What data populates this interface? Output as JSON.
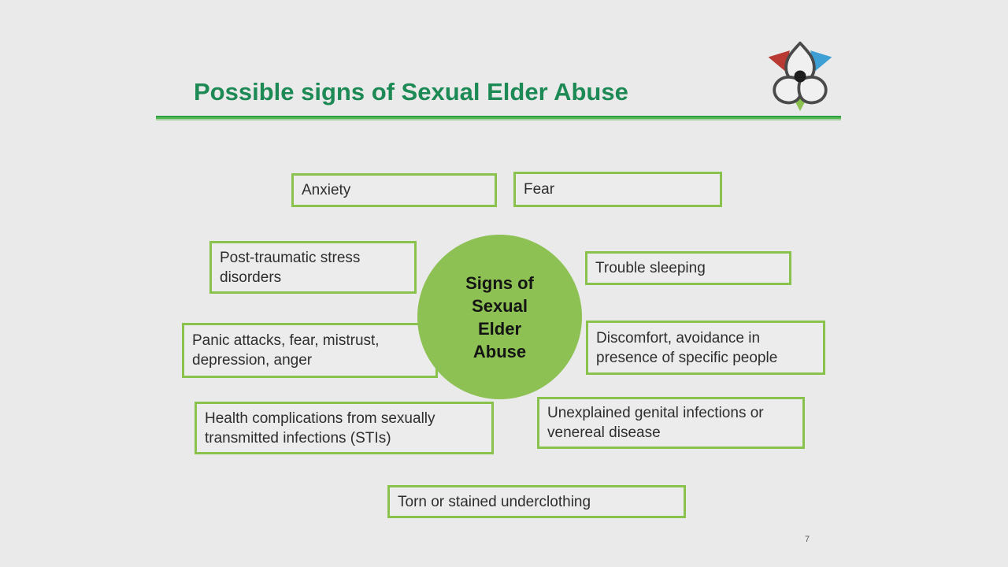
{
  "slide": {
    "title": "Possible signs of Sexual Elder Abuse",
    "page_number": "7",
    "center_circle": {
      "line1": "Signs of",
      "line2": "Sexual",
      "line3": "Elder",
      "line4": "Abuse"
    },
    "boxes": {
      "anxiety": "Anxiety",
      "fear": "Fear",
      "ptsd": "Post-traumatic stress disorders",
      "trouble_sleeping": "Trouble sleeping",
      "panic": "Panic attacks, fear, mistrust, depression, anger",
      "discomfort": "Discomfort, avoidance in presence of specific people",
      "health": "Health complications from sexually transmitted infections (STIs)",
      "unexplained": "Unexplained genital infections or venereal disease",
      "torn": "Torn or stained underclothing"
    },
    "logo": {
      "name": "trillium-flower-logo",
      "petal_outline": "#4a4a4a",
      "left_triangle": "#b93a32",
      "right_triangle": "#3e9fd4",
      "bottom_triangle": "#8cc152"
    },
    "colors": {
      "background": "#eaeaea",
      "title_green": "#1d8a56",
      "accent_green": "#8ac24e",
      "circle_green": "#8dc153",
      "text_dark": "#2e2e2e"
    }
  }
}
